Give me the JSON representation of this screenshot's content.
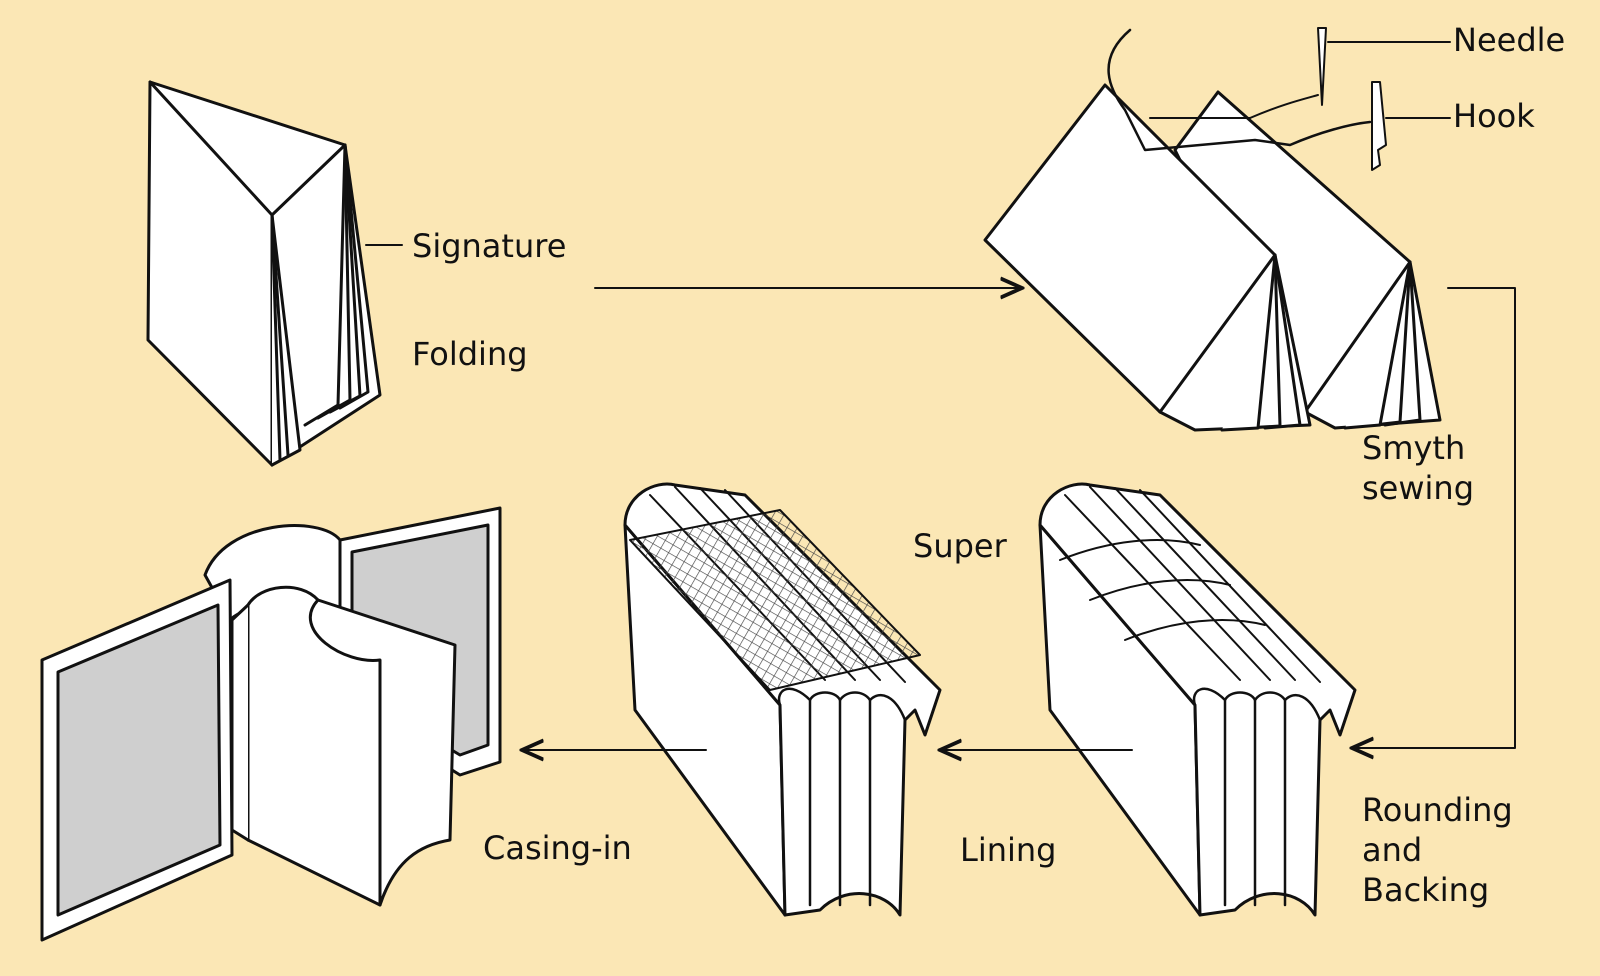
{
  "labels": {
    "signature": "Signature",
    "folding": "Folding",
    "needle": "Needle",
    "hook": "Hook",
    "smyth_line1": "Smyth",
    "smyth_line2": "sewing",
    "super": "Super",
    "rounding_line1": "Rounding",
    "rounding_line2": "and",
    "rounding_line3": "Backing",
    "lining": "Lining",
    "casing_in": "Casing-in"
  },
  "colors": {
    "background": "#fbe7b5",
    "line": "#111111",
    "paper": "#ffffff",
    "board": "#cfcfcf"
  }
}
